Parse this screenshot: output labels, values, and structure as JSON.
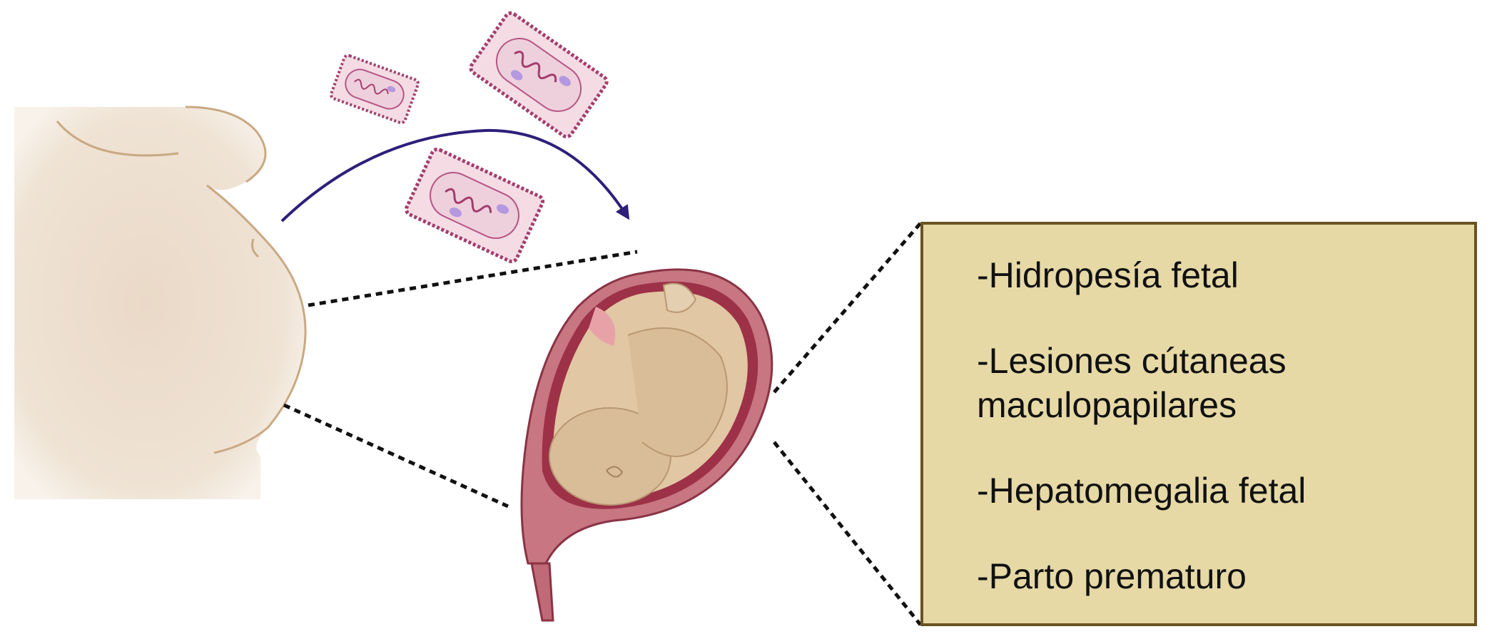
{
  "findings": [
    {
      "lines": [
        "-Hidropesía fetal"
      ]
    },
    {
      "lines": [
        "-Lesiones cútaneas",
        "maculopapilares"
      ]
    },
    {
      "lines": [
        "-Hepatomegalia fetal"
      ]
    },
    {
      "lines": [
        "-Parto prematuro"
      ]
    }
  ],
  "colors": {
    "arrow": "#2e1f7a",
    "box_fill": "#e6d9a6",
    "box_border": "#6b5322",
    "skin": "#e9dccb",
    "bacteria_body": "#f4dbe4",
    "bacteria_border": "#a23d6c",
    "uterus_wall": "#c06a78"
  },
  "icons": [
    "pregnant-torso",
    "bacterium",
    "uterus-with-fetus",
    "transmission-arrow"
  ]
}
